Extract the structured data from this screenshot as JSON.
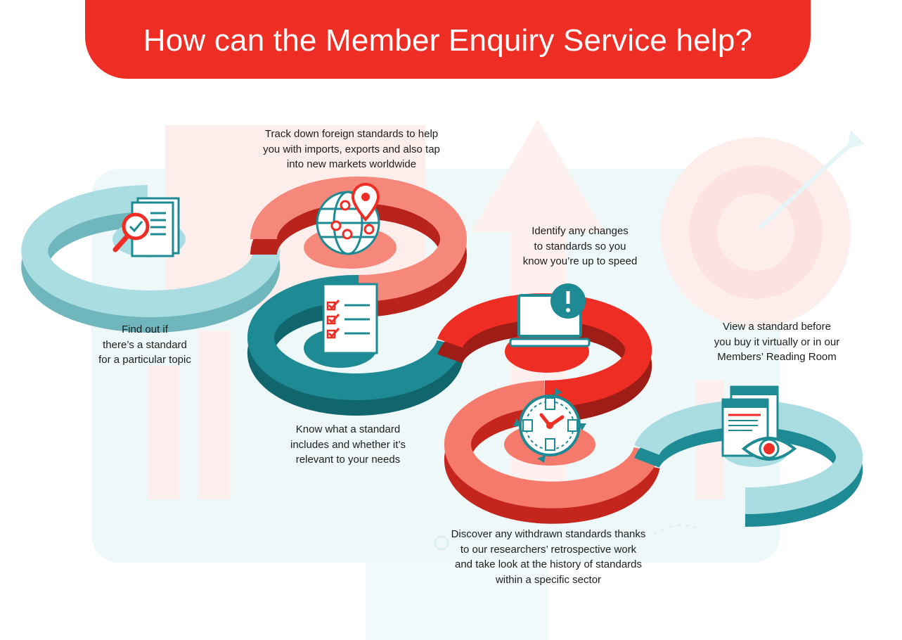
{
  "title": "How can the Member Enquiry Service help?",
  "colors": {
    "red": "#ee2e24",
    "red_dark": "#b8231b",
    "coral": "#f6887b",
    "teal": "#1e8a93",
    "teal_dark": "#11666e",
    "light_blue": "#a9dde2",
    "light_blue_dark": "#6fb6bd"
  },
  "steps": [
    {
      "icon": "magnifier-document-icon",
      "lines": [
        "Find out if",
        "there’s a standard",
        "for a particular topic"
      ]
    },
    {
      "icon": "globe-location-pins-icon",
      "lines": [
        "Track down foreign standards to help",
        "you with imports, exports and also tap",
        "into new markets worldwide"
      ]
    },
    {
      "icon": "checklist-document-icon",
      "lines": [
        "Know what a standard",
        "includes and whether it’s",
        "relevant to your needs"
      ]
    },
    {
      "icon": "laptop-alert-icon",
      "lines": [
        "Identify any changes",
        "to standards so you",
        "know you’re up to speed"
      ]
    },
    {
      "icon": "clock-history-icon",
      "lines": [
        "Discover any withdrawn standards thanks",
        "to our researchers’ retrospective work",
        "and take look at the history of standards",
        "within a specific sector"
      ]
    },
    {
      "icon": "browser-eye-icon",
      "lines": [
        "View a standard before",
        "you buy it virtually or in our",
        "Members’ Reading Room"
      ]
    }
  ]
}
